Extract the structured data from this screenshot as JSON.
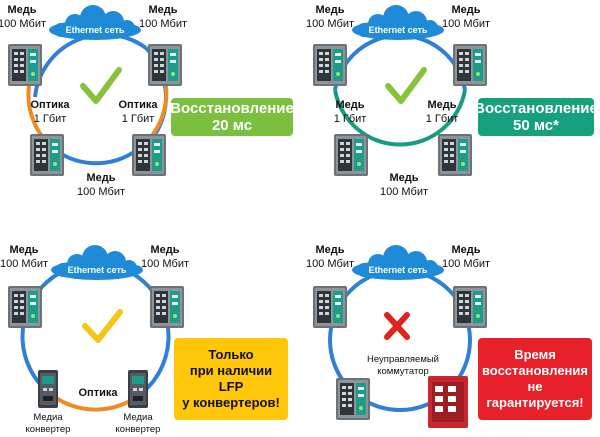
{
  "cloud_label": "Ethernet сеть",
  "panels": {
    "p1": {
      "copper_top_left": [
        "Медь",
        "100 Мбит"
      ],
      "copper_top_right": [
        "Медь",
        "100 Мбит"
      ],
      "fiber_left": [
        "Оптика",
        "1 Гбит"
      ],
      "fiber_right": [
        "Оптика",
        "1 Гбит"
      ],
      "copper_bottom": [
        "Медь",
        "100 Мбит"
      ],
      "result": "Восстановление\n20 мс"
    },
    "p2": {
      "copper_top_left": [
        "Медь",
        "100 Мбит"
      ],
      "copper_top_right": [
        "Медь",
        "100 Мбит"
      ],
      "copper_left": [
        "Медь",
        "1 Гбит"
      ],
      "copper_right": [
        "Медь",
        "1 Гбит"
      ],
      "copper_bottom": [
        "Медь",
        "100 Мбит"
      ],
      "result": "Восстановление\n50 мс*"
    },
    "p3": {
      "copper_top_left": [
        "Медь",
        "100 Мбит"
      ],
      "copper_top_right": [
        "Медь",
        "100 Мбит"
      ],
      "fiber_bottom": "Оптика",
      "media_left": [
        "Медиа",
        "конвертер"
      ],
      "media_right": [
        "Медиа",
        "конвертер"
      ],
      "result": "Только\nпри наличии\nLFP\nу конвертеров!"
    },
    "p4": {
      "copper_top_left": [
        "Медь",
        "100 Мбит"
      ],
      "copper_top_right": [
        "Медь",
        "100 Мбит"
      ],
      "unmanaged": [
        "Неуправляемый",
        "коммутатор"
      ],
      "result": "Время\nвосстановления\nне\nгарантируется!"
    }
  },
  "colors": {
    "ring_blue": "#2f7fd6",
    "fiber_orange": "#f08a24",
    "ring_teal": "#1a9c80",
    "check_green": "#86c33a",
    "check_yellow": "#f5c518",
    "cross_red": "#e2231a",
    "cloud_blue": "#1f8bd8"
  },
  "icons": [
    "ethernet-cloud-icon",
    "industrial-switch-icon",
    "media-converter-icon",
    "unmanaged-switch-icon",
    "checkmark-icon",
    "cross-icon"
  ]
}
